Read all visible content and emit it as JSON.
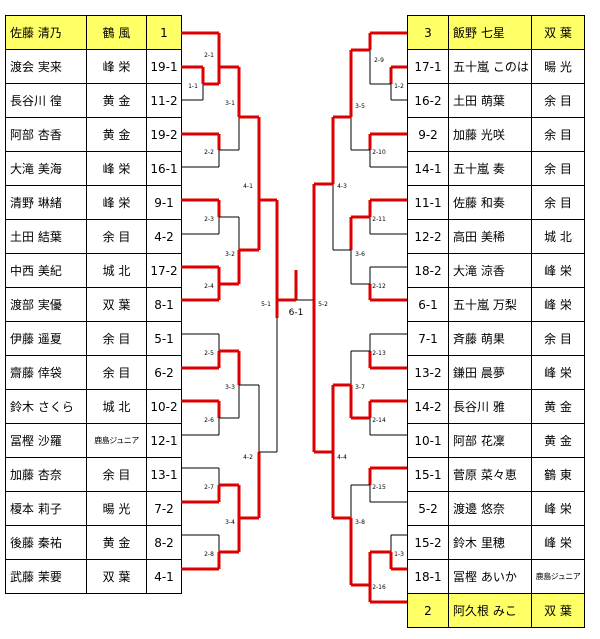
{
  "left_entries": [
    {
      "name": "佐藤 清乃",
      "team": "鶴 風",
      "seed": "1",
      "highlight": true
    },
    {
      "name": "渡会 実来",
      "team": "峰 栄",
      "seed": "19-1"
    },
    {
      "name": "長谷川 徨",
      "team": "黄 金",
      "seed": "11-2"
    },
    {
      "name": "阿部 杏香",
      "team": "黄 金",
      "seed": "19-2"
    },
    {
      "name": "大滝 美海",
      "team": "峰 栄",
      "seed": "16-1"
    },
    {
      "name": "清野 琳緒",
      "team": "峰 栄",
      "seed": "9-1"
    },
    {
      "name": "土田 結葉",
      "team": "余 目",
      "seed": "4-2"
    },
    {
      "name": "中西 美紀",
      "team": "城 北",
      "seed": "17-2"
    },
    {
      "name": "渡部 実優",
      "team": "双 葉",
      "seed": "8-1"
    },
    {
      "name": "伊藤 遥夏",
      "team": "余 目",
      "seed": "5-1"
    },
    {
      "name": "齋藤 倖袋",
      "team": "余 目",
      "seed": "6-2"
    },
    {
      "name": "鈴木 さくら",
      "team": "城 北",
      "seed": "10-2"
    },
    {
      "name": "冨樫 沙羅",
      "team": "鹿島ジュニア",
      "seed": "12-1",
      "small_team": true
    },
    {
      "name": "加藤 杏奈",
      "team": "余 目",
      "seed": "13-1"
    },
    {
      "name": "榎本 莉子",
      "team": "暘 光",
      "seed": "7-2"
    },
    {
      "name": "後藤 秦祐",
      "team": "黄 金",
      "seed": "8-2"
    },
    {
      "name": "武藤 茉要",
      "team": "双 葉",
      "seed": "4-1"
    }
  ],
  "right_entries": [
    {
      "name": "飯野 七星",
      "team": "双 葉",
      "seed": "3",
      "highlight": true
    },
    {
      "name": "五十嵐 このは",
      "team": "暘 光",
      "seed": "17-1"
    },
    {
      "name": "土田 萌葉",
      "team": "余 目",
      "seed": "16-2"
    },
    {
      "name": "加藤 光咲",
      "team": "余 目",
      "seed": "9-2"
    },
    {
      "name": "五十嵐 奏",
      "team": "余 目",
      "seed": "14-1"
    },
    {
      "name": "佐藤 和奏",
      "team": "余 目",
      "seed": "11-1"
    },
    {
      "name": "高田 美稀",
      "team": "城 北",
      "seed": "12-2"
    },
    {
      "name": "大滝 涼香",
      "team": "峰 栄",
      "seed": "18-2"
    },
    {
      "name": "五十嵐 万梨",
      "team": "峰 栄",
      "seed": "6-1"
    },
    {
      "name": "斉藤 萌果",
      "team": "余 目",
      "seed": "7-1"
    },
    {
      "name": "鎌田 晨夢",
      "team": "峰 栄",
      "seed": "13-2"
    },
    {
      "name": "長谷川 雅",
      "team": "黄 金",
      "seed": "14-2"
    },
    {
      "name": "阿部 花凜",
      "team": "黄 金",
      "seed": "10-1"
    },
    {
      "name": "菅原 菜々恵",
      "team": "鶴 東",
      "seed": "15-1"
    },
    {
      "name": "渡邊 悠奈",
      "team": "峰 栄",
      "seed": "5-2"
    },
    {
      "name": "鈴木 里穂",
      "team": "峰 栄",
      "seed": "15-2"
    },
    {
      "name": "冨樫 あいか",
      "team": "鹿島ジュニア",
      "seed": "18-1",
      "small_team": true
    },
    {
      "name": "阿久根 みこ",
      "team": "双 葉",
      "seed": "2",
      "highlight": true
    }
  ],
  "match_labels": {
    "left": [
      "2-1",
      "1-1",
      "3-1",
      "2-2",
      "4-1",
      "2-3",
      "3-2",
      "2-4",
      "5-1",
      "2-5",
      "3-3",
      "2-6",
      "4-2",
      "2-7",
      "3-4",
      "2-8"
    ],
    "right": [
      "2-9",
      "1-2",
      "3-5",
      "2-10",
      "4-3",
      "2-11",
      "3-6",
      "2-12",
      "5-2",
      "2-13",
      "3-7",
      "2-14",
      "4-4",
      "2-15",
      "3-8",
      "1-3",
      "2-16"
    ],
    "final": "6-1"
  },
  "colors": {
    "win_line": "#dd0000",
    "line": "#000000",
    "highlight": "#ffff66"
  }
}
